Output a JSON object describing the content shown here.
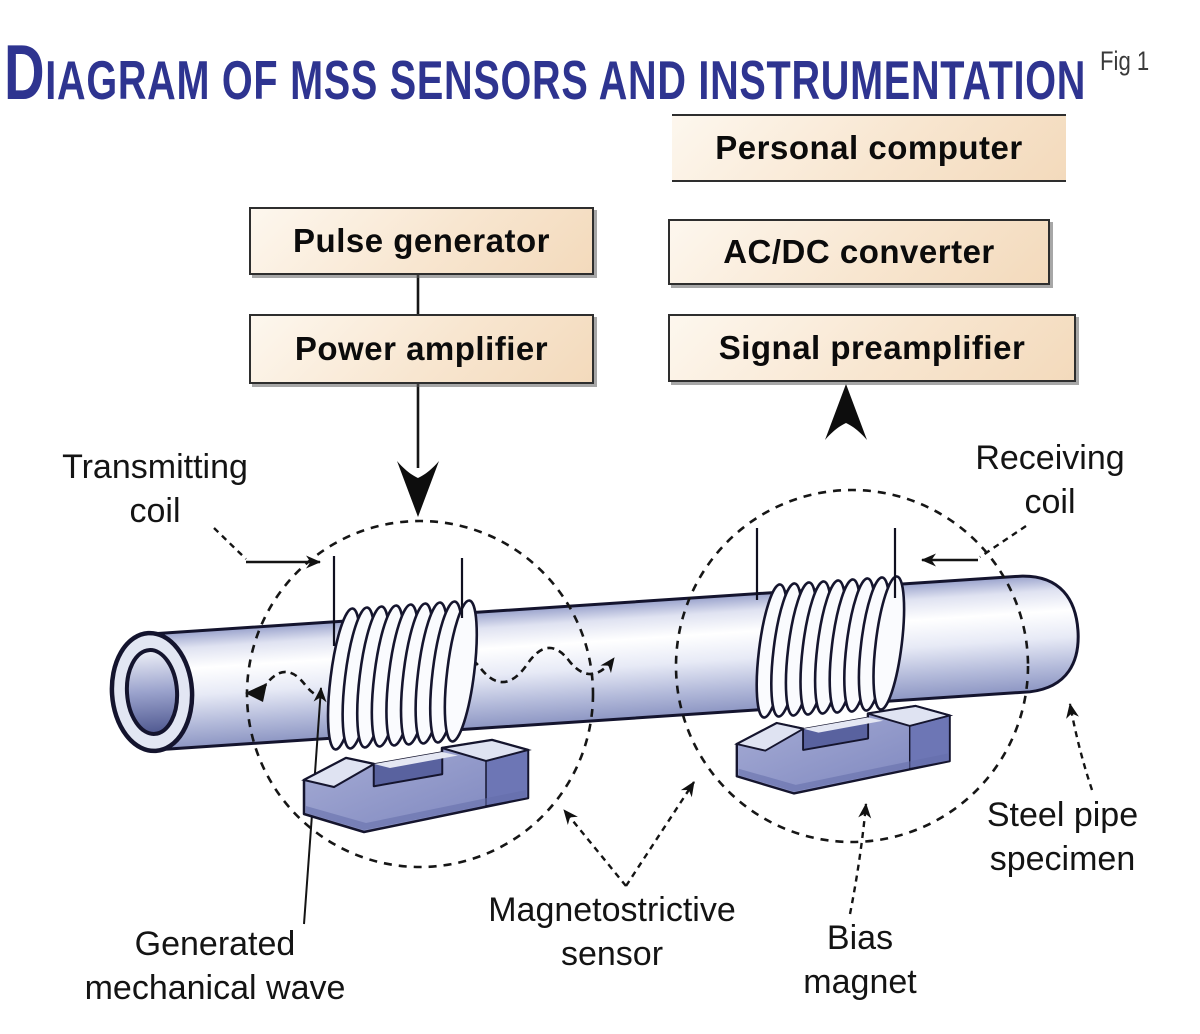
{
  "title": {
    "initial": "D",
    "rest": "IAGRAM OF MSS SENSORS AND INSTRUMENTATION",
    "full": "DIAGRAM OF MSS SENSORS AND INSTRUMENTATION"
  },
  "figure_label": "Fig 1",
  "boxes": {
    "personal_computer": "Personal computer",
    "pulse_generator": "Pulse generator",
    "acdc_converter": "AC/DC converter",
    "power_amplifier": "Power amplifier",
    "signal_preamplifier": "Signal preamplifier"
  },
  "labels": {
    "transmitting_coil": "Transmitting\ncoil",
    "receiving_coil": "Receiving\ncoil",
    "generated_wave": "Generated\nmechanical wave",
    "magnetostrictive_sensor": "Magnetostrictive\nsensor",
    "bias_magnet": "Bias\nmagnet",
    "steel_pipe_specimen": "Steel pipe\nspecimen"
  },
  "colors": {
    "title_blue": "#2e3490",
    "box_fill": "#f8e6d0",
    "box_border": "#2e2e2e",
    "pipe_blue": "#8d96c3",
    "magnet_blue": "#7b84bd",
    "line_color": "#141414",
    "background": "#ffffff"
  }
}
